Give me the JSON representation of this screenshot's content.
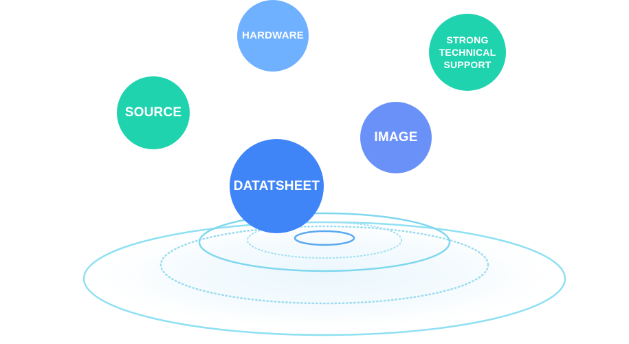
{
  "colors": {
    "teal": "#1ED3AE",
    "light_blue": "#6FB0FF",
    "periwinkle": "#6A91F7",
    "blue": "#3F85F8",
    "ring": "#8EE0F2",
    "dots": "#9CDCF0"
  },
  "bubbles": {
    "hardware": {
      "label": "HARDWARE",
      "color": "#6FB0FF"
    },
    "source": {
      "label": "SOURCE",
      "color": "#1ED3AE"
    },
    "strong": {
      "label": "STRONG\nTECHNICAL\nSUPPORT",
      "color": "#1ED3AE"
    },
    "image": {
      "label": "IMAGE",
      "color": "#6A91F7"
    },
    "datasheet": {
      "label": "DATATSHEET",
      "color": "#3F85F8"
    }
  }
}
